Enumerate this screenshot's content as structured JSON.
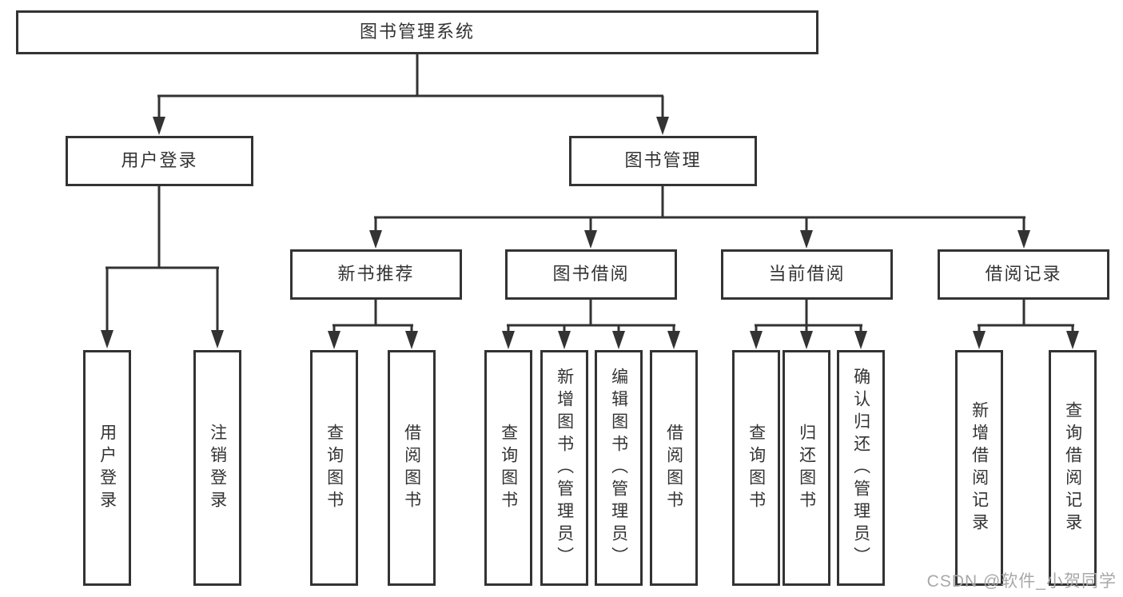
{
  "diagram": {
    "root": "图书管理系统",
    "branches": {
      "user_login": {
        "label": "用户登录",
        "children": [
          "用户登录",
          "注销登录"
        ]
      },
      "book_management": {
        "label": "图书管理",
        "sections": [
          {
            "label": "新书推荐",
            "children": [
              "查询图书",
              "借阅图书"
            ]
          },
          {
            "label": "图书借阅",
            "children": [
              "查询图书",
              "新增图书（管理员）",
              "编辑图书（管理员）",
              "借阅图书"
            ]
          },
          {
            "label": "当前借阅",
            "children": [
              "查询图书",
              "归还图书",
              "确认归还（管理员）"
            ]
          },
          {
            "label": "借阅记录",
            "children": [
              "新增借阅记录",
              "查询借阅记录"
            ]
          }
        ]
      }
    }
  },
  "watermark": "CSDN @软件_小贺同学",
  "colors": {
    "line": "#333333",
    "border": "#333333",
    "text": "#333333",
    "watermark": "#a8a8a8",
    "background": "#ffffff"
  }
}
